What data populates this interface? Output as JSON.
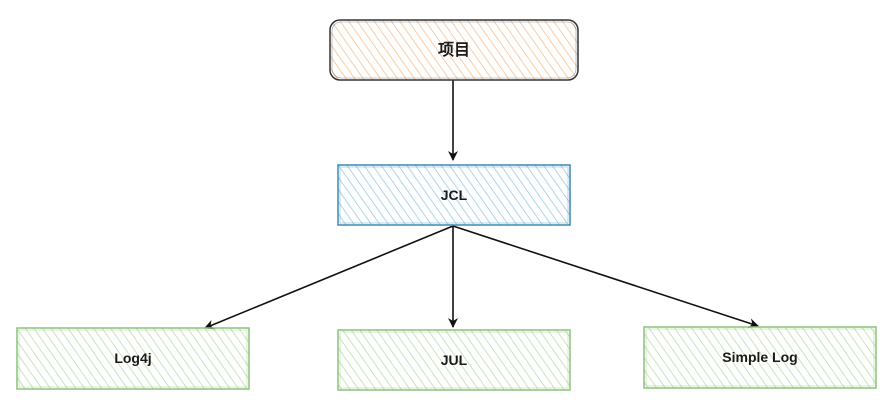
{
  "nodes": {
    "project": {
      "label": "项目",
      "fill": "#f7c49c",
      "stroke": "#333333"
    },
    "jcl": {
      "label": "JCL",
      "fill": "#a8d3ec",
      "stroke": "#3b88b5"
    },
    "log4j": {
      "label": "Log4j",
      "fill": "#c9e6bb",
      "stroke": "#8cc27a"
    },
    "jul": {
      "label": "JUL",
      "fill": "#c9e6bb",
      "stroke": "#8cc27a"
    },
    "simple_log": {
      "label": "Simple Log",
      "fill": "#c9e6bb",
      "stroke": "#8cc27a"
    }
  },
  "edges": [
    {
      "from": "project",
      "to": "jcl"
    },
    {
      "from": "jcl",
      "to": "log4j"
    },
    {
      "from": "jcl",
      "to": "jul"
    },
    {
      "from": "jcl",
      "to": "simple_log"
    }
  ],
  "colors": {
    "edge": "#111111"
  }
}
